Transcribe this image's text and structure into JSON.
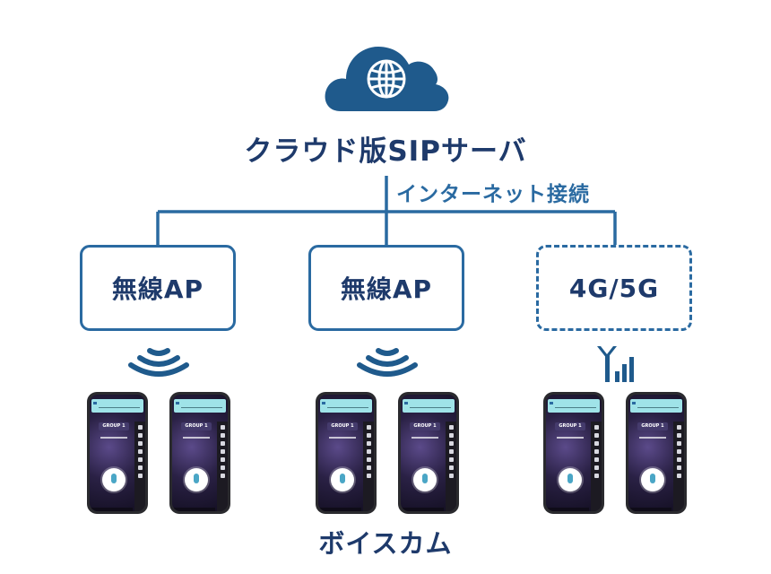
{
  "server": {
    "title": "クラウド版SIPサーバ",
    "icon": "cloud-globe-icon"
  },
  "connection": {
    "label": "インターネット接続"
  },
  "access_points": [
    {
      "label": "無線AP",
      "icon": "wifi-icon",
      "style": "solid"
    },
    {
      "label": "無線AP",
      "icon": "wifi-icon",
      "style": "solid"
    },
    {
      "label": "4G/5G",
      "icon": "cellular-antenna-icon",
      "style": "dashed"
    }
  ],
  "phones": [
    {
      "group": "GROUP 1"
    },
    {
      "group": "GROUP 1"
    },
    {
      "group": "GROUP 1"
    },
    {
      "group": "GROUP 1"
    },
    {
      "group": "GROUP 1"
    },
    {
      "group": "GROUP 1"
    }
  ],
  "terminals": {
    "label": "ボイスカム"
  },
  "colors": {
    "navy": "#1e3a6b",
    "blue": "#2a6aa1",
    "cloud": "#1f5a8c"
  }
}
